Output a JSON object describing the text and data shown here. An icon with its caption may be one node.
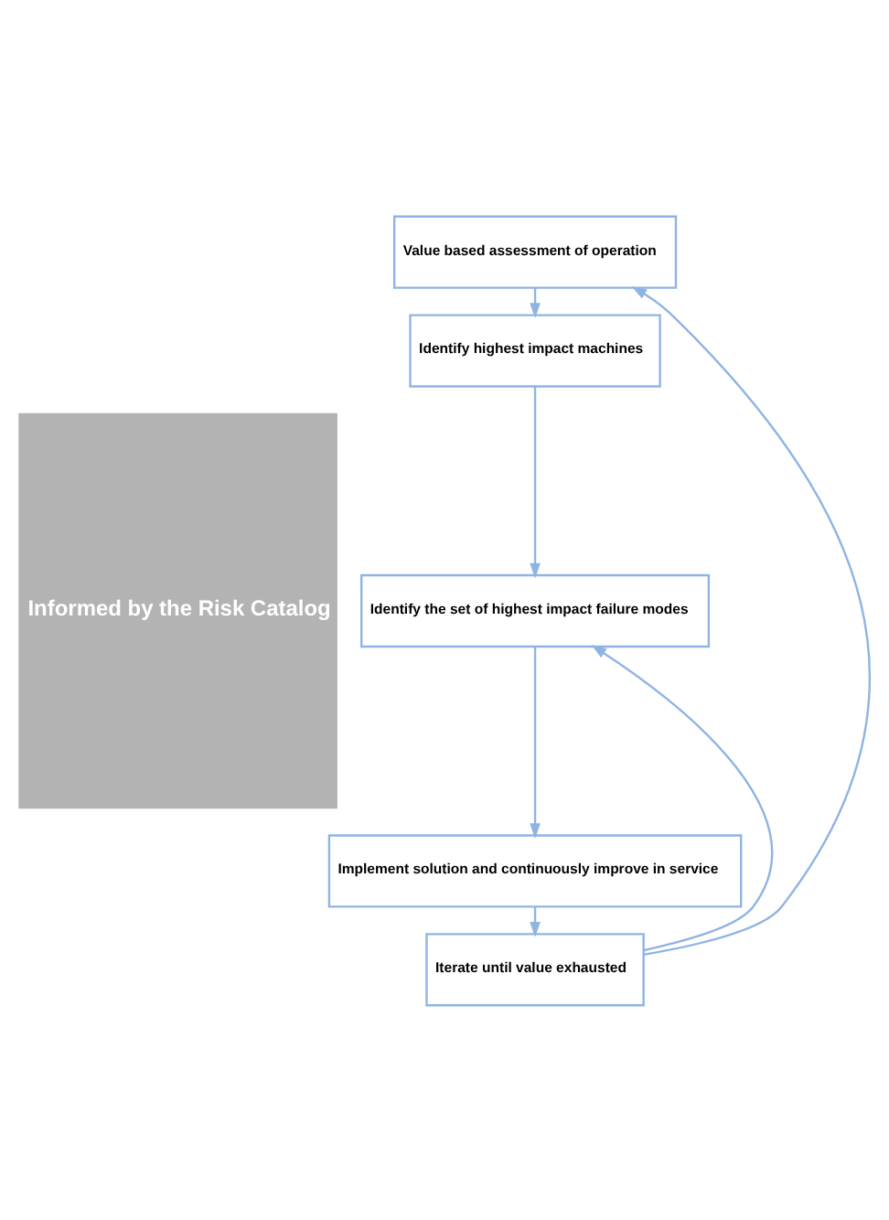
{
  "diagram": {
    "nodes": [
      {
        "text": [
          "Informed by the Risk Catalog"
        ]
      },
      {
        "text": [
          "Value based assessment of operation"
        ]
      },
      {
        "text": [
          "Identify highest impact machines"
        ]
      },
      {
        "text": [
          "Identify the set of highest impact failure modes"
        ]
      },
      {
        "text": [
          "Implement solution and continuously improve in service"
        ]
      },
      {
        "text": [
          "Iterate until value exhausted"
        ]
      }
    ],
    "edges": [
      {
        "from": 1,
        "to": 2,
        "arrow": "to"
      },
      {
        "from": 2,
        "to": 3,
        "arrow": "to"
      },
      {
        "from": 3,
        "to": 4,
        "arrow": "to"
      },
      {
        "from": 4,
        "to": 5,
        "arrow": "to"
      },
      {
        "from": 5,
        "to": 3,
        "arrow": "to"
      },
      {
        "from": 5,
        "to": 1,
        "arrow": "to"
      }
    ]
  }
}
